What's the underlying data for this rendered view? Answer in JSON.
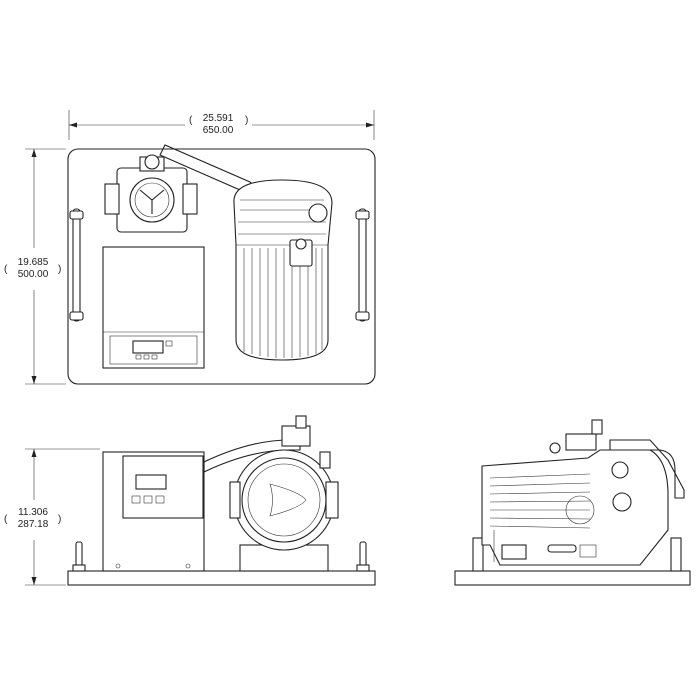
{
  "dimensions": {
    "width_in": "25.591",
    "width_mm": "650.00",
    "depth_in": "19.685",
    "depth_mm": "500.00",
    "height_in": "11.306",
    "height_mm": "287.18"
  }
}
